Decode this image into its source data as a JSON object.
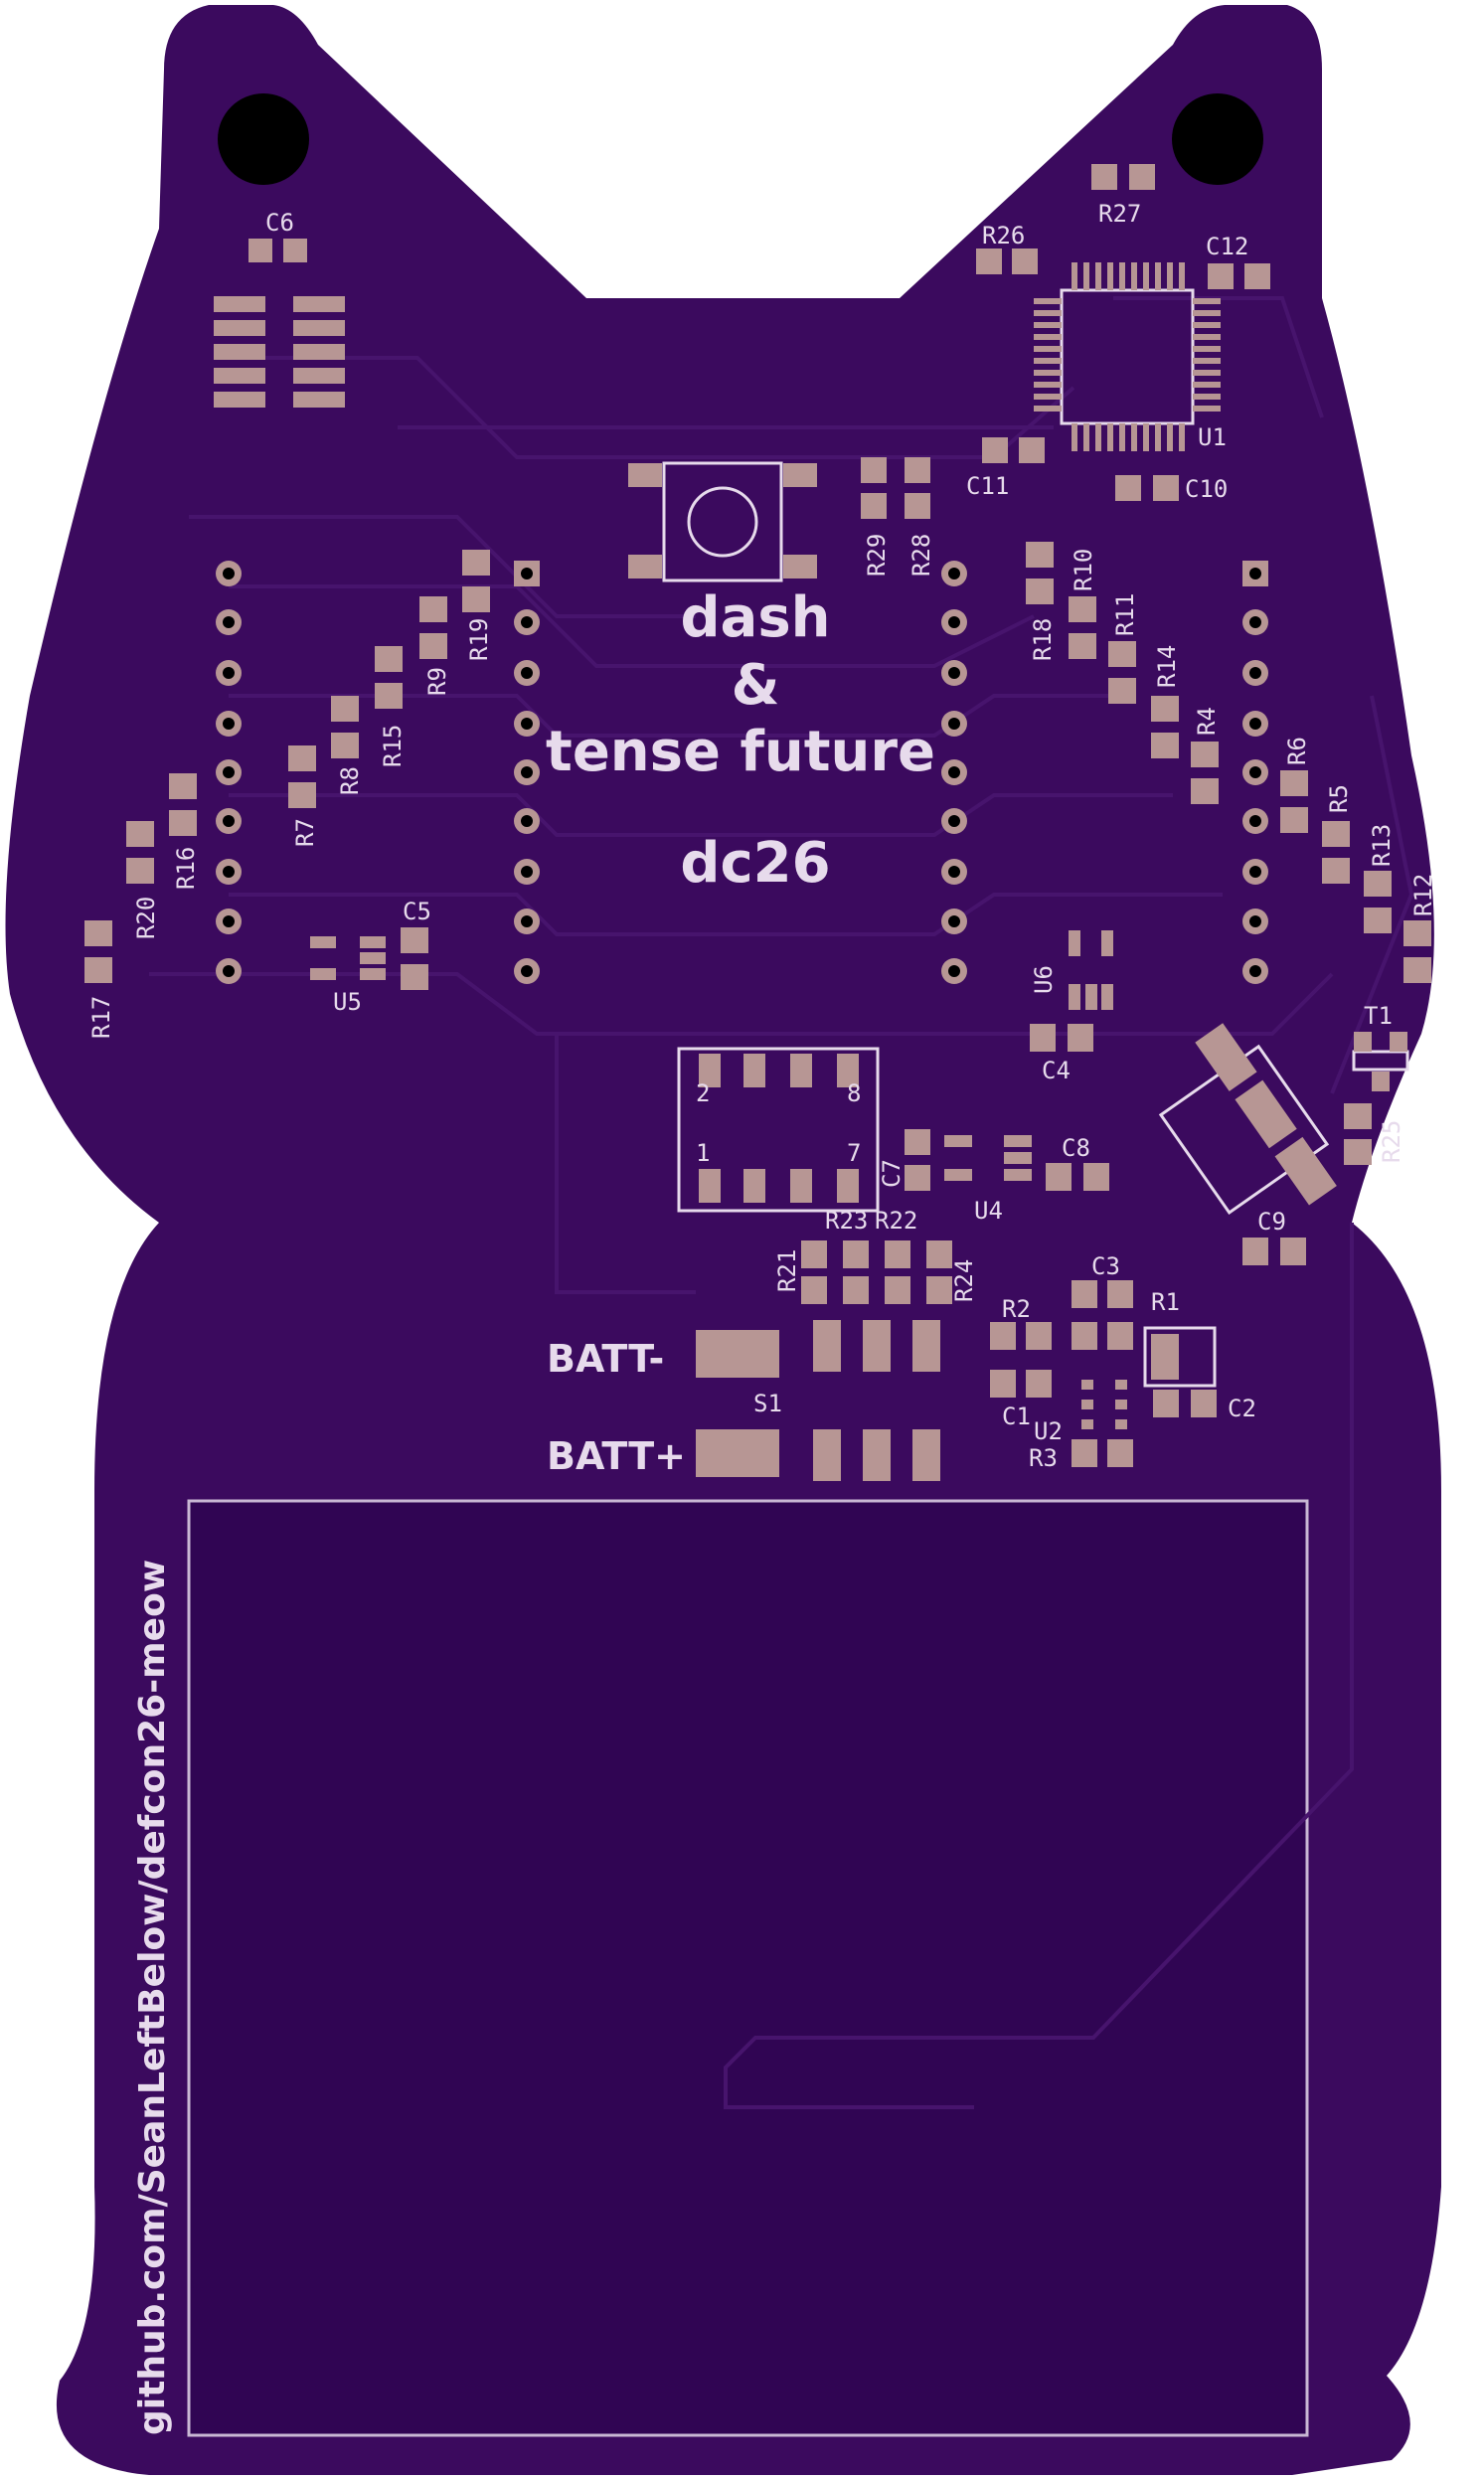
{
  "board": {
    "title_line1": "dash",
    "title_line2": "&",
    "title_line3": "tense future",
    "event": "dc26",
    "repo_url": "github.com/SeanLeftBelow/defcon26-meow",
    "batt_minus": "BATT-",
    "batt_plus": "BATT+"
  },
  "colors": {
    "background": "#ffffff",
    "board_mask": "#3b0a5e",
    "copper_pour": "#300553",
    "trace": "#45136b",
    "pad": "#b79694",
    "silkscreen": "#e7dbec",
    "hole": "#000000"
  },
  "designators": {
    "C1": "C1",
    "C2": "C2",
    "C3": "C3",
    "C4": "C4",
    "C5": "C5",
    "C6": "C6",
    "C7": "C7",
    "C8": "C8",
    "C9": "C9",
    "C10": "C10",
    "C11": "C11",
    "C12": "C12",
    "R1": "R1",
    "R2": "R2",
    "R3": "R3",
    "R4": "R4",
    "R5": "R5",
    "R6": "R6",
    "R7": "R7",
    "R8": "R8",
    "R9": "R9",
    "R10": "R10",
    "R11": "R11",
    "R12": "R12",
    "R13": "R13",
    "R14": "R14",
    "R15": "R15",
    "R16": "R16",
    "R17": "R17",
    "R18": "R18",
    "R19": "R19",
    "R20": "R20",
    "R21": "R21",
    "R22": "R22",
    "R23": "R23",
    "R24": "R24",
    "R25": "R25",
    "R26": "R26",
    "R27": "R27",
    "R28": "R28",
    "R29": "R29",
    "U1": "U1",
    "U2": "U2",
    "U4": "U4",
    "U5": "U5",
    "U6": "U6",
    "S1": "S1",
    "T1": "T1",
    "pin1": "1",
    "pin2": "2",
    "pin7": "7",
    "pin8": "8"
  }
}
